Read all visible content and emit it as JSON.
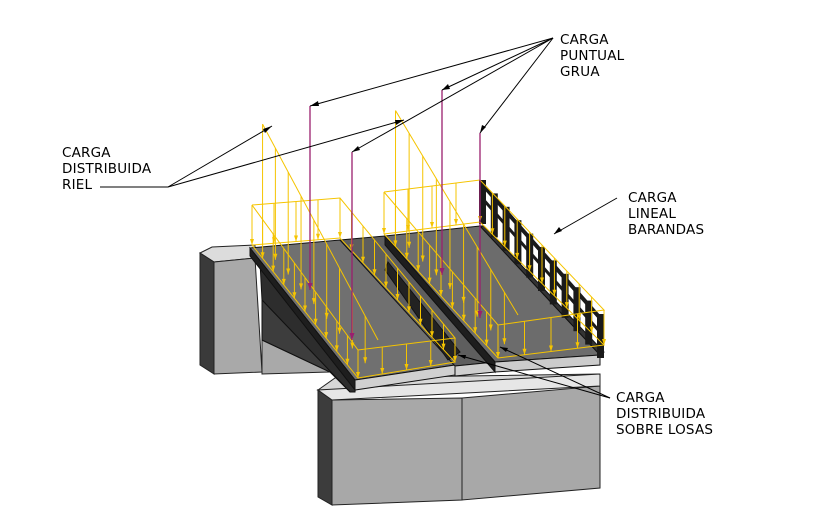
{
  "labels": {
    "carga_puntual_grua": [
      "CARGA",
      "PUNTUAL",
      "GRUA"
    ],
    "carga_distribuida_riel": [
      "CARGA",
      "DISTRIBUIDA",
      "RIEL"
    ],
    "carga_lineal_barandas": [
      "CARGA",
      "LINEAL",
      "BARANDAS"
    ],
    "carga_distribuida_losas": [
      "CARGA",
      "DISTRIBUIDA",
      "SOBRE LOSAS"
    ]
  },
  "colors": {
    "load_yellow": "#f5c400",
    "point_load_purple": "#9a1f6e",
    "concrete_light": "#a9a9a9",
    "concrete_dark": "#444444",
    "slab_top": "#6f6f6f",
    "slab_side": "#2a2a2a",
    "cap_light": "#dcdcdc",
    "railing": "#1a1a1a",
    "leader": "#000000"
  }
}
